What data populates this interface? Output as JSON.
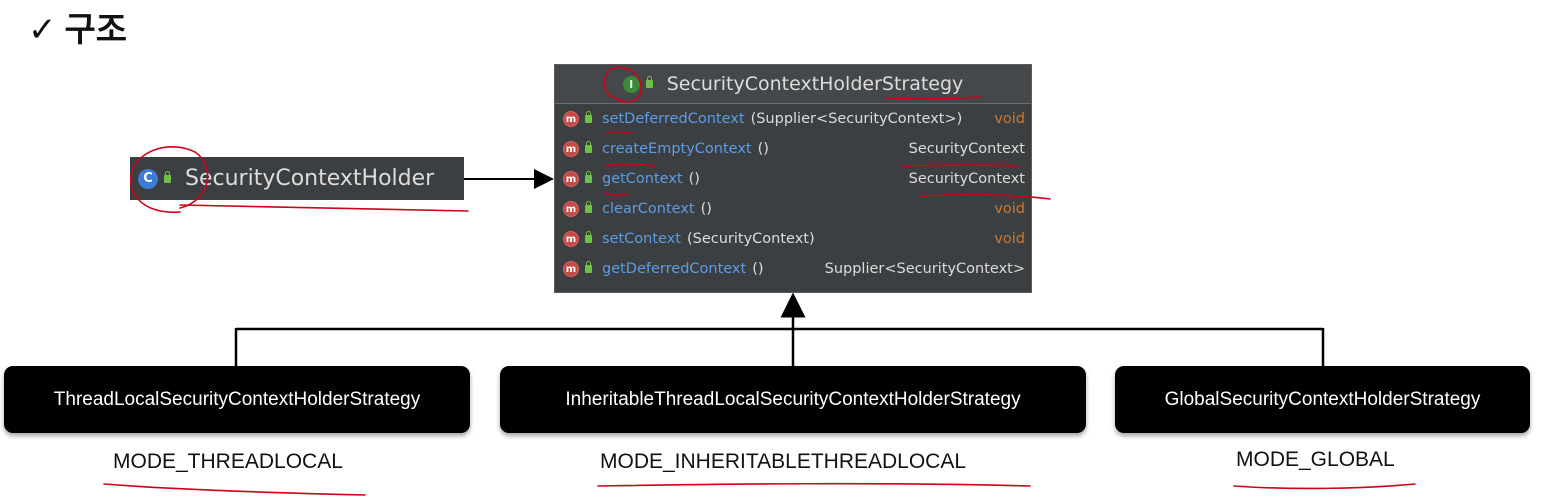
{
  "title": {
    "check": "✓",
    "text": "구조"
  },
  "holder": {
    "icon": "class-icon",
    "icon_letter": "C",
    "name": "SecurityContextHolder"
  },
  "strategy": {
    "icon": "interface-icon",
    "icon_letter": "I",
    "name": "SecurityContextHolderStrategy",
    "methods": [
      {
        "name": "setDeferredContext",
        "params": "(Supplier<SecurityContext>)",
        "returns": "void"
      },
      {
        "name": "createEmptyContext",
        "params": "()",
        "returns": "SecurityContext"
      },
      {
        "name": "getContext",
        "params": "()",
        "returns": "SecurityContext"
      },
      {
        "name": "clearContext",
        "params": "()",
        "returns": "void"
      },
      {
        "name": "setContext",
        "params": "(SecurityContext)",
        "returns": "void"
      },
      {
        "name": "getDeferredContext",
        "params": "()",
        "returns": "Supplier<SecurityContext>"
      }
    ],
    "method_icon_letter": "m"
  },
  "implementations": [
    {
      "name": "ThreadLocalSecurityContextHolderStrategy",
      "mode": "MODE_THREADLOCAL"
    },
    {
      "name": "InheritableThreadLocalSecurityContextHolderStrategy",
      "mode": "MODE_INHERITABLETHREADLOCAL"
    },
    {
      "name": "GlobalSecurityContextHolderStrategy",
      "mode": "MODE_GLOBAL"
    }
  ],
  "colors": {
    "ide_background": "#3c3f41",
    "method_name": "#5c9ce6",
    "void_keyword": "#cc7832",
    "annotation_red": "#d0021b"
  }
}
